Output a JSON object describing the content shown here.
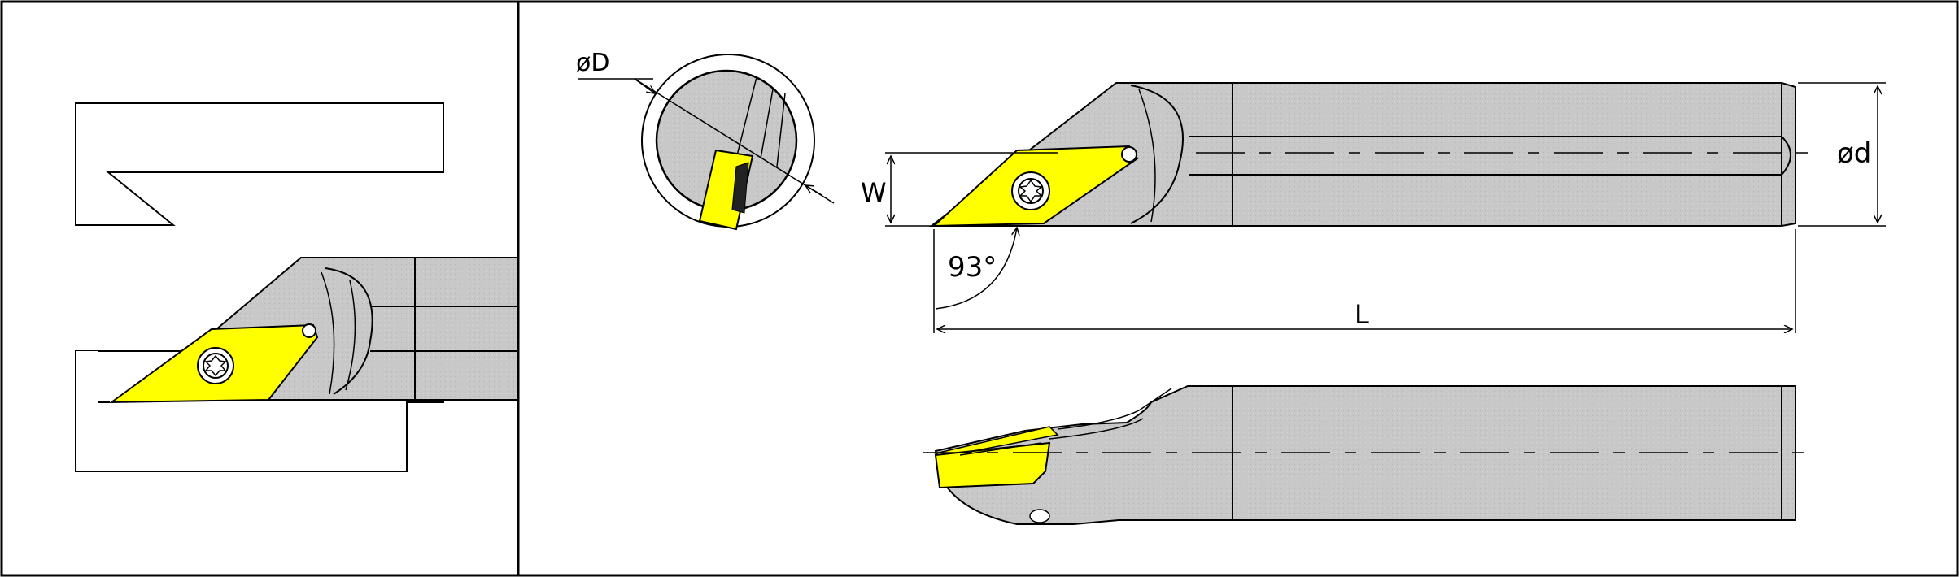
{
  "labels": {
    "bore_diameter": "øD",
    "width": "W",
    "shank_diameter": "ød",
    "angle": "93°",
    "length": "L"
  },
  "colors": {
    "insert": "#ffff00",
    "body": "#c8c8c8",
    "line": "#000000",
    "background": "#ffffff"
  }
}
